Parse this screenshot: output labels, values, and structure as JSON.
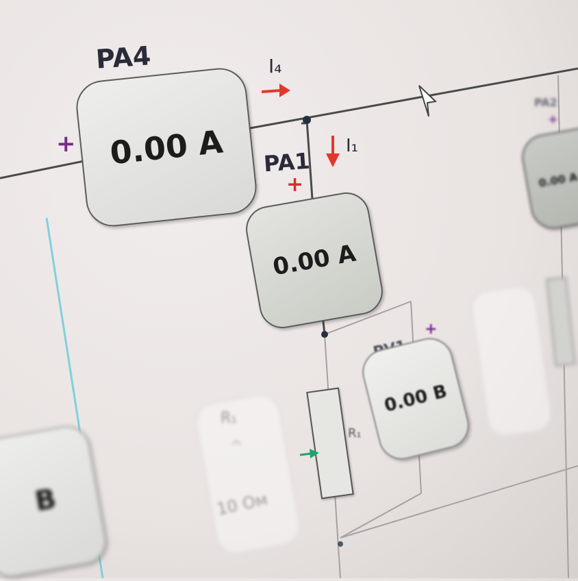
{
  "meters": {
    "pa4": {
      "label": "PA4",
      "value": "0.00",
      "unit": "A"
    },
    "pa1": {
      "label": "PA1",
      "value": "0.00",
      "unit": "A"
    },
    "pa2": {
      "label": "PA2",
      "value": "0.00",
      "unit": "A"
    },
    "pv1": {
      "label": "PV1",
      "value": "0.00",
      "unit": "В"
    }
  },
  "currents": {
    "i4": "I₄",
    "i1": "I₁"
  },
  "resistors": {
    "r1": "R₁",
    "r1_ghost": "R₁",
    "r1_value": "10",
    "r1_unit": "Ом"
  },
  "polarity": "+",
  "edge_value": "В",
  "colors": {
    "arrow": "#e0392b",
    "plus_red": "#d63030",
    "plus_purple": "#7a2a8a",
    "slider_green": "#1fa36b"
  }
}
